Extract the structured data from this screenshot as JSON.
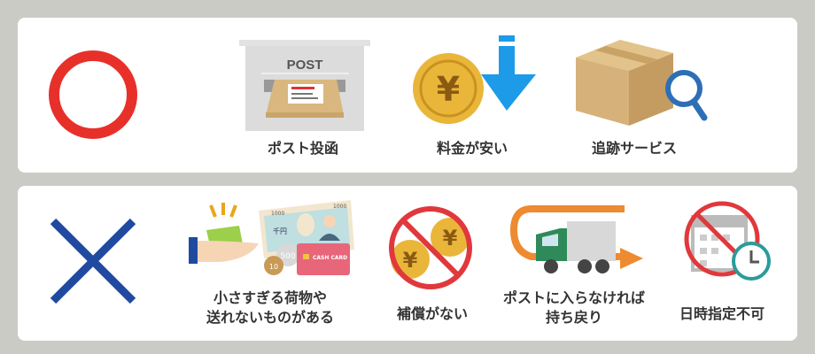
{
  "pros": {
    "mark_icon": "circle-ok-icon",
    "items": [
      {
        "label": "ポスト投函",
        "icon": "mailbox-icon",
        "mailbox_text": "POST"
      },
      {
        "label": "料金が安い",
        "icon": "yen-coin-down-arrow-icon",
        "coin_symbol": "¥"
      },
      {
        "label": "追跡サービス",
        "icon": "box-magnifier-icon"
      }
    ]
  },
  "cons": {
    "mark_icon": "cross-ng-icon",
    "items": [
      {
        "label_lines": [
          "小さすぎる荷物や",
          "送れないものがある"
        ],
        "icon": "hand-package-money-icon",
        "bill_text": "1000",
        "bill_yen": "千円",
        "coin_500": "500",
        "coin_10": "10",
        "card_text": "CASH CARD"
      },
      {
        "label": "補償がない",
        "icon": "no-yen-coins-icon",
        "coin_symbol": "¥"
      },
      {
        "label_lines": [
          "ポストに入らなければ",
          "持ち戻り"
        ],
        "icon": "truck-return-icon"
      },
      {
        "label": "日時指定不可",
        "icon": "no-calendar-clock-icon"
      }
    ]
  },
  "colors": {
    "ok": "#e8302b",
    "ng": "#1f4aa0",
    "arrow": "#1e9be8",
    "coin": "#e9b63a",
    "no_sign": "#e0383c"
  }
}
